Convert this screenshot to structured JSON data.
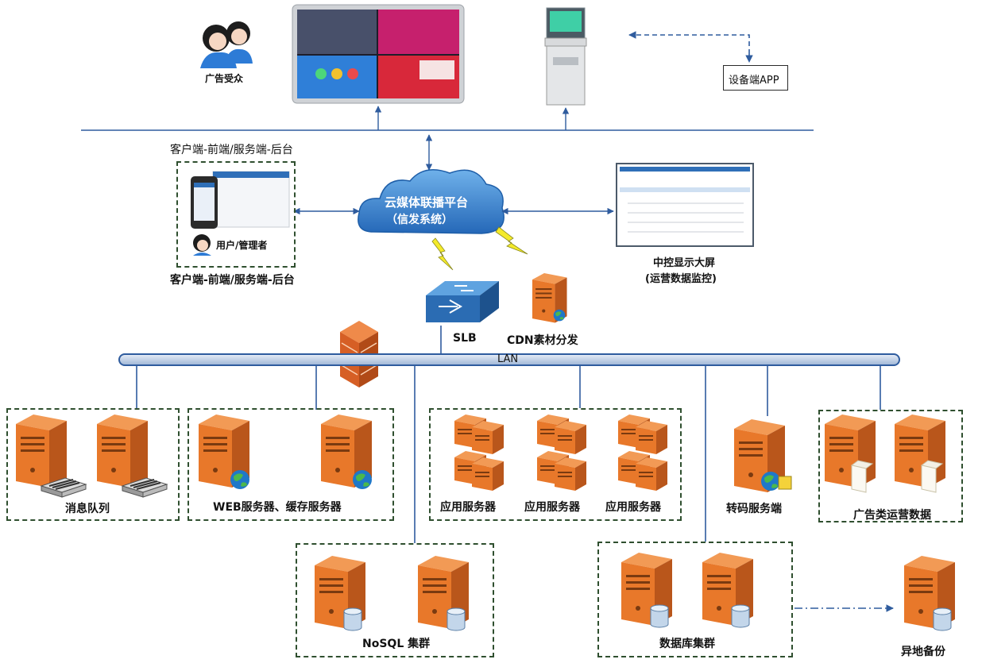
{
  "top": {
    "audience_label": "广告受众",
    "device_app_label": "设备端APP"
  },
  "client": {
    "title_top": "客户端-前端/服务端-后台",
    "user_label": "用户/管理者",
    "title_bottom": "客户端-前端/服务端-后台"
  },
  "cloud": {
    "line1": "云媒体联播平台",
    "line2": "（信发系统）"
  },
  "monitor": {
    "line1": "中控显示大屏",
    "line2": "(运营数据监控)"
  },
  "network": {
    "slb_label": "SLB",
    "cdn_label": "CDN素材分发",
    "lan_label": "LAN"
  },
  "servers": {
    "queue_label": "消息队列",
    "web_label": "WEB服务器、缓存服务器",
    "app_labels": [
      "应用服务器",
      "应用服务器",
      "应用服务器"
    ],
    "transcode_label": "转码服务端",
    "ad_data_label": "广告类运营数据",
    "nosql_label": "NoSQL 集群",
    "db_label": "数据库集群",
    "backup_label": "异地备份"
  },
  "colors": {
    "line_blue": "#2f5c9e",
    "server_orange": "#e8782a",
    "server_dark": "#b9561b",
    "group_border": "#2f4f2f",
    "cloud_blue": "#2e78c8",
    "switch_blue": "#2b6cb3"
  }
}
